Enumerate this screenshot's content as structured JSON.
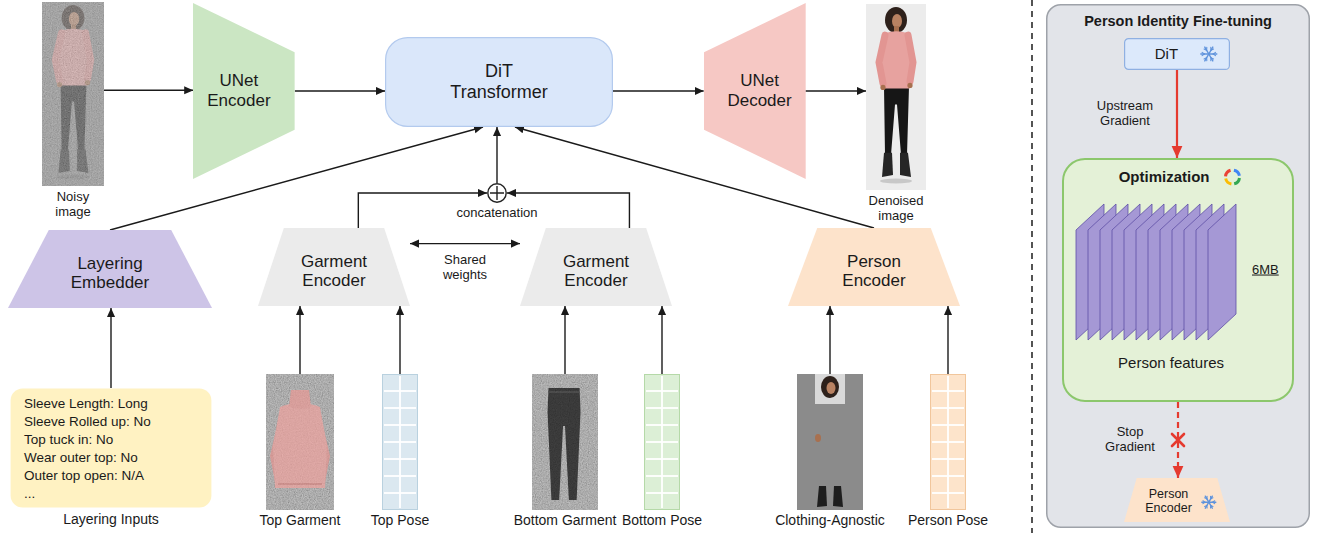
{
  "diagram": {
    "nodes": [
      {
        "text": [
          "Noisy image"
        ]
      },
      {
        "text": [
          "UNet Encoder"
        ]
      },
      {
        "text": [
          "DiT Transformer"
        ]
      },
      {
        "text": [
          "UNet Decoder"
        ]
      },
      {
        "text": [
          "Denoised image"
        ]
      },
      {
        "text": [
          "concatenation"
        ]
      },
      {
        "text": [
          "Layering Embedder"
        ]
      },
      {
        "text": [
          "Garment Encoder"
        ]
      },
      {
        "text": [
          "Garment Encoder"
        ]
      },
      {
        "text": [
          "Person Encoder"
        ]
      },
      {
        "text": [
          "Sleeve Length: Long",
          "Sleeve Rolled up: No",
          "Top tuck in: No",
          "Wear outer top: No",
          "Outer top open: N/A",
          "...",
          "Layering Inputs"
        ]
      },
      {
        "text": [
          "Top Garment"
        ]
      },
      {
        "text": [
          "Top Pose"
        ]
      },
      {
        "text": [
          "Bottom Garment"
        ]
      },
      {
        "text": [
          "Bottom Pose"
        ]
      },
      {
        "text": [
          "Clothing-Agnostic"
        ]
      },
      {
        "text": [
          "Person Pose"
        ]
      },
      {
        "text": [
          "Person Identity Fine-tuning"
        ]
      },
      {
        "text": [
          "DiT"
        ],
        "in": 17
      },
      {
        "text": [
          "Optimization",
          "6MB",
          "Person features"
        ],
        "in": 17
      },
      {
        "text": [
          "Person Encoder"
        ],
        "in": 17
      }
    ],
    "edges": [
      {
        "from": 0,
        "to": 1,
        "arrow": "to"
      },
      {
        "from": 1,
        "to": 2,
        "arrow": "to"
      },
      {
        "from": 2,
        "to": 3,
        "arrow": "to"
      },
      {
        "from": 3,
        "to": 4,
        "arrow": "to"
      },
      {
        "from": 6,
        "to": 2,
        "arrow": "to"
      },
      {
        "from": 7,
        "to": 5,
        "arrow": "to"
      },
      {
        "from": 8,
        "to": 5,
        "arrow": "to"
      },
      {
        "from": 5,
        "to": 2,
        "arrow": "to"
      },
      {
        "from": 9,
        "to": 2,
        "arrow": "to"
      },
      {
        "from": 7,
        "to": 8,
        "label": "Shared weights",
        "arrow": "both"
      },
      {
        "from": 10,
        "to": 6,
        "arrow": "to"
      },
      {
        "from": 11,
        "to": 7,
        "arrow": "to"
      },
      {
        "from": 12,
        "to": 7,
        "arrow": "to"
      },
      {
        "from": 13,
        "to": 8,
        "arrow": "to"
      },
      {
        "from": 14,
        "to": 8,
        "arrow": "to"
      },
      {
        "from": 15,
        "to": 9,
        "arrow": "to"
      },
      {
        "from": 16,
        "to": 9,
        "arrow": "to"
      },
      {
        "from": 18,
        "to": 19,
        "label": "Upstream Gradient",
        "arrow": "to"
      },
      {
        "from": 19,
        "to": 20,
        "label": "Stop Gradient",
        "arrow": "to"
      }
    ]
  }
}
